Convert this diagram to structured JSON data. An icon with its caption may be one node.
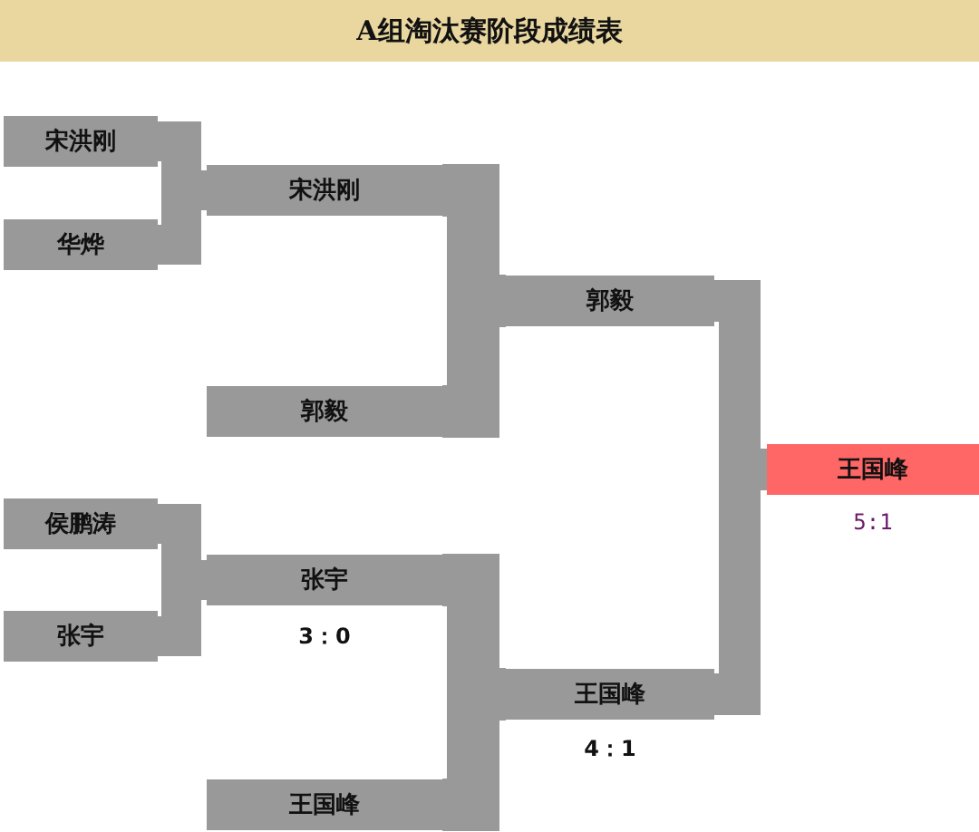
{
  "diagram": {
    "title": "A组淘汰赛阶段成绩表",
    "nodes": [
      {
        "text": [
          "宋洪刚"
        ]
      },
      {
        "text": [
          "宋洪刚"
        ]
      },
      {
        "text": [
          "华烨"
        ]
      },
      {
        "text": [
          "郭毅"
        ]
      },
      {
        "text": [
          "郭毅"
        ]
      },
      {
        "text": [
          "王国峰"
        ],
        "beside": [
          "5:1"
        ]
      },
      {
        "text": [
          "侯鹏涛"
        ]
      },
      {
        "text": [
          "张宇"
        ],
        "beside": [
          "3：0"
        ]
      },
      {
        "text": [
          "张宇"
        ]
      },
      {
        "text": [
          "王国峰"
        ],
        "beside": [
          "4：1"
        ]
      },
      {
        "text": [
          "王国峰"
        ]
      }
    ],
    "edges": [
      {
        "from": 0,
        "to": 1,
        "arrow": "none"
      },
      {
        "from": 2,
        "to": 1,
        "arrow": "none"
      },
      {
        "from": 1,
        "to": 3,
        "arrow": "none"
      },
      {
        "from": 4,
        "to": 3,
        "arrow": "none"
      },
      {
        "from": 3,
        "to": 5,
        "arrow": "none"
      },
      {
        "from": 9,
        "to": 5,
        "arrow": "none"
      },
      {
        "from": 6,
        "to": 7,
        "arrow": "none"
      },
      {
        "from": 8,
        "to": 7,
        "arrow": "none"
      },
      {
        "from": 7,
        "to": 9,
        "arrow": "none"
      },
      {
        "from": 10,
        "to": 9,
        "arrow": "none"
      }
    ]
  }
}
